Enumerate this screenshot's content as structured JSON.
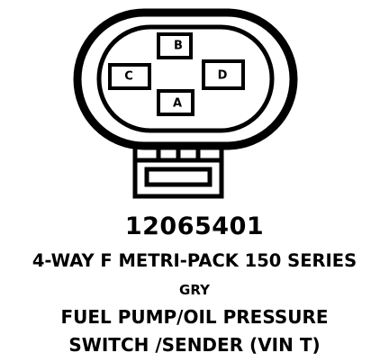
{
  "connector": {
    "pins": [
      {
        "id": "pin-b",
        "letter": "B"
      },
      {
        "id": "pin-c",
        "letter": "C"
      },
      {
        "id": "pin-d",
        "letter": "D"
      },
      {
        "id": "pin-a",
        "letter": "A"
      }
    ]
  },
  "captions": {
    "part_number": "12065401",
    "connector_type": "4-WAY F METRI-PACK 150 SERIES",
    "wire_color": "GRY",
    "application_line_1": "FUEL PUMP/OIL PRESSURE",
    "application_line_2": "SWITCH /SENDER (VIN T)"
  },
  "colors": {
    "ink": "#000000",
    "paper": "#ffffff"
  }
}
